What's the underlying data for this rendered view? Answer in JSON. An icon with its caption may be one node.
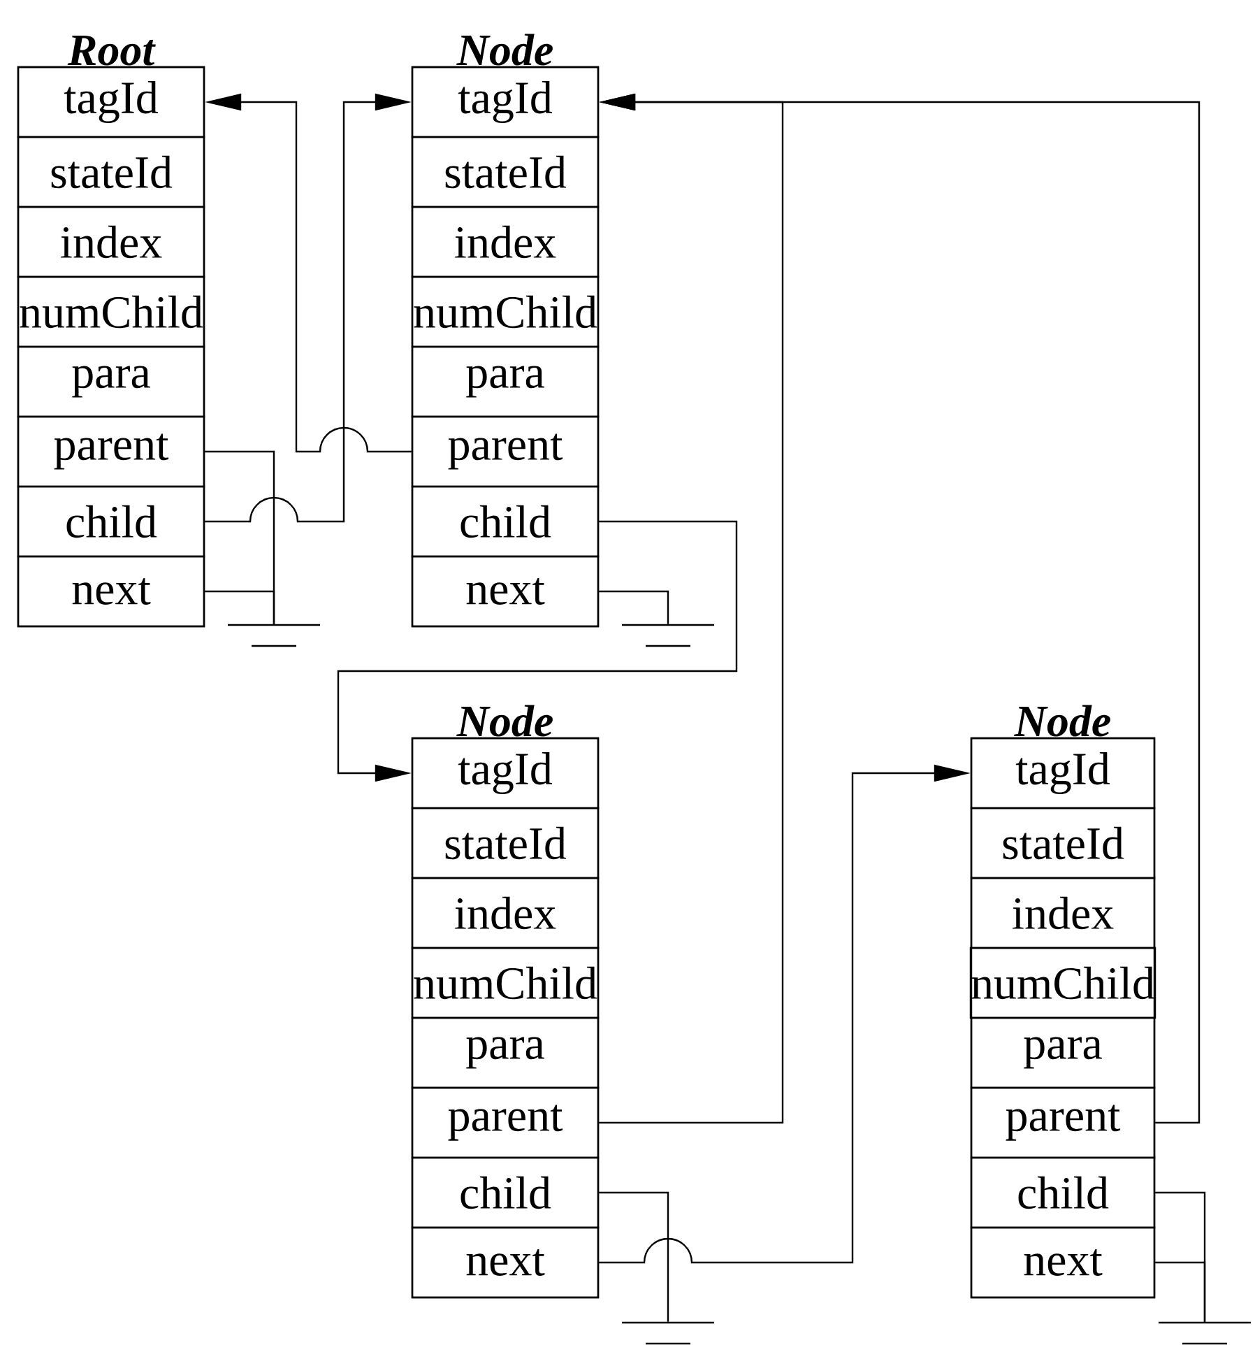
{
  "diagram": {
    "nodes": [
      {
        "text": [
          "Root"
        ]
      },
      {
        "text": [
          "tagId"
        ],
        "in": 0
      },
      {
        "text": [
          "stateId"
        ],
        "in": 0
      },
      {
        "text": [
          "index"
        ],
        "in": 0
      },
      {
        "text": [
          "numChild"
        ],
        "in": 0
      },
      {
        "text": [
          "para"
        ],
        "in": 0
      },
      {
        "text": [
          "parent"
        ],
        "in": 0
      },
      {
        "text": [
          "child"
        ],
        "in": 0
      },
      {
        "text": [
          "next"
        ],
        "in": 0
      },
      {
        "text": [
          "Node"
        ]
      },
      {
        "text": [
          "tagId"
        ],
        "in": 9
      },
      {
        "text": [
          "stateId"
        ],
        "in": 9
      },
      {
        "text": [
          "index"
        ],
        "in": 9
      },
      {
        "text": [
          "numChild"
        ],
        "in": 9
      },
      {
        "text": [
          "para"
        ],
        "in": 9
      },
      {
        "text": [
          "parent"
        ],
        "in": 9
      },
      {
        "text": [
          "child"
        ],
        "in": 9
      },
      {
        "text": [
          "next"
        ],
        "in": 9
      },
      {
        "text": [
          "Node"
        ]
      },
      {
        "text": [
          "tagId"
        ],
        "in": 18
      },
      {
        "text": [
          "stateId"
        ],
        "in": 18
      },
      {
        "text": [
          "index"
        ],
        "in": 18
      },
      {
        "text": [
          "numChild"
        ],
        "in": 18
      },
      {
        "text": [
          "para"
        ],
        "in": 18
      },
      {
        "text": [
          "parent"
        ],
        "in": 18
      },
      {
        "text": [
          "child"
        ],
        "in": 18
      },
      {
        "text": [
          "next"
        ],
        "in": 18
      },
      {
        "text": [
          "Node"
        ]
      },
      {
        "text": [
          "tagId"
        ],
        "in": 27
      },
      {
        "text": [
          "stateId"
        ],
        "in": 27
      },
      {
        "text": [
          "index"
        ],
        "in": 27
      },
      {
        "text": [
          "numChild"
        ],
        "in": 27
      },
      {
        "text": [
          "para"
        ],
        "in": 27
      },
      {
        "text": [
          "parent"
        ],
        "in": 27
      },
      {
        "text": [
          "child"
        ],
        "in": 27
      },
      {
        "text": [
          "next"
        ],
        "in": 27
      },
      {
        "text": [],
        "shape": "ground"
      },
      {
        "text": [],
        "shape": "ground"
      },
      {
        "text": [],
        "shape": "ground"
      },
      {
        "text": [],
        "shape": "ground"
      }
    ],
    "edges": [
      {
        "from": 15,
        "to": 1,
        "arrow": "to"
      },
      {
        "from": 7,
        "to": 10,
        "arrow": "to"
      },
      {
        "from": 6,
        "to": 36,
        "arrow": "none"
      },
      {
        "from": 8,
        "to": 36,
        "arrow": "none"
      },
      {
        "from": 16,
        "to": 19,
        "arrow": "to"
      },
      {
        "from": 17,
        "to": 37,
        "arrow": "none"
      },
      {
        "from": 24,
        "to": 10,
        "arrow": "to"
      },
      {
        "from": 33,
        "to": 10,
        "arrow": "to"
      },
      {
        "from": 25,
        "to": 38,
        "arrow": "none"
      },
      {
        "from": 26,
        "to": 28,
        "arrow": "to"
      },
      {
        "from": 34,
        "to": 39,
        "arrow": "none"
      },
      {
        "from": 35,
        "to": 39,
        "arrow": "none"
      }
    ]
  }
}
